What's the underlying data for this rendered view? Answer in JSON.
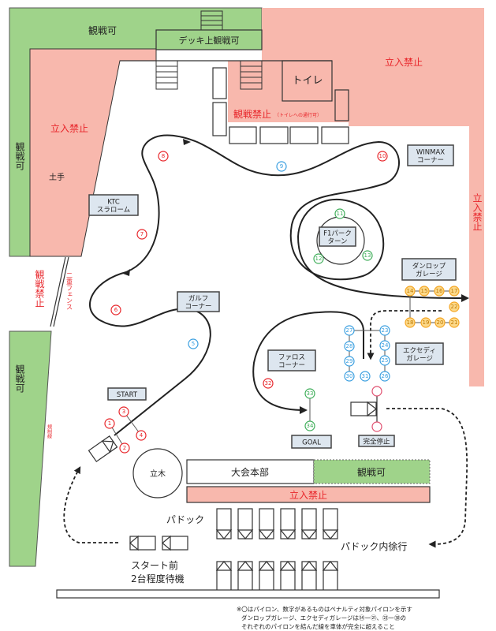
{
  "colors": {
    "spectate_ok": "#9fd38a",
    "no_entry": "#f8b8ad",
    "red_text": "#e8262b",
    "pylon_red": "#e8262b",
    "pylon_blue": "#3a9fe0",
    "pylon_green": "#3fae5a",
    "pylon_orange": "#f5a623"
  },
  "zones": {
    "top_spectate": "観戦可",
    "deck": "デッキ上観戦可",
    "toilet": "トイレ",
    "top_right_no_entry": "立入禁止",
    "left_no_entry": "立入禁止",
    "no_spectate_near_toilet": "観戦禁止",
    "toilet_passage_note": "（トイレへの通行可）",
    "left_spectate_upper": "観戦可",
    "embankment": "土手",
    "left_no_spectate": "観戦禁止",
    "double_fence": "二重フェンス",
    "left_spectate_lower": "観戦可",
    "regulation_line": "規制線",
    "right_no_entry": "立入禁止"
  },
  "corners": {
    "winmax": "WINMAX\nコーナー",
    "ktc": "KTC\nスラローム",
    "f1park": "F1パーク\nターン",
    "dunlop": "ダンロップ\nガレージ",
    "gulf": "ガルフ\nコーナー",
    "exedy": "エクセディ\nガレージ",
    "pharos": "ファロス\nコーナー",
    "start": "START",
    "goal": "GOAL",
    "full_stop": "完全停止"
  },
  "pylons": [
    {
      "n": "1",
      "c": "red"
    },
    {
      "n": "2",
      "c": "red"
    },
    {
      "n": "3",
      "c": "red"
    },
    {
      "n": "4",
      "c": "red"
    },
    {
      "n": "5",
      "c": "blue"
    },
    {
      "n": "6",
      "c": "red"
    },
    {
      "n": "7",
      "c": "red"
    },
    {
      "n": "8",
      "c": "red"
    },
    {
      "n": "9",
      "c": "blue"
    },
    {
      "n": "10",
      "c": "red"
    },
    {
      "n": "11",
      "c": "green"
    },
    {
      "n": "12",
      "c": "green"
    },
    {
      "n": "13",
      "c": "green"
    },
    {
      "n": "14",
      "c": "orange"
    },
    {
      "n": "15",
      "c": "orange"
    },
    {
      "n": "16",
      "c": "orange"
    },
    {
      "n": "17",
      "c": "orange"
    },
    {
      "n": "18",
      "c": "orange"
    },
    {
      "n": "19",
      "c": "orange"
    },
    {
      "n": "20",
      "c": "orange"
    },
    {
      "n": "21",
      "c": "orange"
    },
    {
      "n": "22",
      "c": "orange"
    },
    {
      "n": "23",
      "c": "blue"
    },
    {
      "n": "24",
      "c": "blue"
    },
    {
      "n": "25",
      "c": "blue"
    },
    {
      "n": "26",
      "c": "blue"
    },
    {
      "n": "27",
      "c": "blue"
    },
    {
      "n": "28",
      "c": "blue"
    },
    {
      "n": "29",
      "c": "blue"
    },
    {
      "n": "30",
      "c": "blue"
    },
    {
      "n": "31",
      "c": "blue"
    },
    {
      "n": "32",
      "c": "red"
    },
    {
      "n": "33",
      "c": "green"
    },
    {
      "n": "34",
      "c": "green"
    }
  ],
  "bottom": {
    "tree": "立木",
    "hq": "大会本部",
    "hq_spectate": "観戦可",
    "hq_no_entry": "立入禁止",
    "paddock": "パドック",
    "waiting_line1": "スタート前",
    "waiting_line2": "2台程度待機",
    "paddock_slow": "パドック内徐行"
  },
  "footnote": [
    "※〇はパイロン、数字があるものはペナルティ対象パイロンを示す",
    "ダンロップガレージ、エクセディガレージは⑭ー㉑、㉓ー㉚の",
    "それぞれのパイロンを結んだ線を車体が完全に超えること"
  ]
}
